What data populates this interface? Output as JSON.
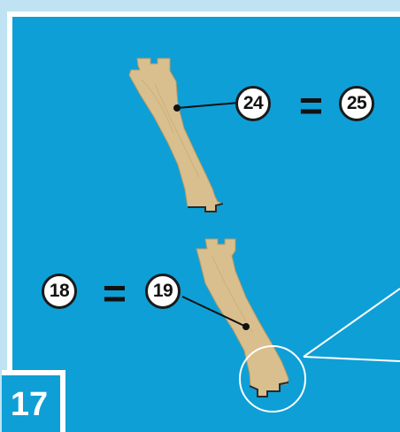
{
  "step": {
    "number": "17"
  },
  "upper_part": {
    "label_a": "24",
    "equals": "=",
    "label_b": "25"
  },
  "lower_part": {
    "label_a": "18",
    "equals": "=",
    "label_b": "19"
  },
  "colors": {
    "background_blue": "#0e9fd6",
    "frame_light_blue": "#bfe3f3",
    "wood": "#d9bf8e",
    "white": "#ffffff"
  }
}
